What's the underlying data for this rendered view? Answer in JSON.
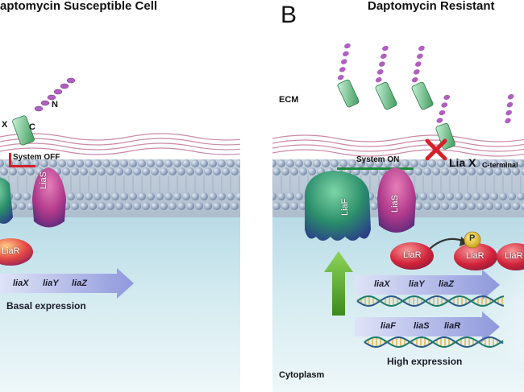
{
  "panelA": {
    "title": "aptomycin Susceptible Cell",
    "liaX_label": "X",
    "c_terminal": "C",
    "n_terminal": "N",
    "system_state": "System OFF",
    "liaS_label": "LiaS",
    "liaR_label": "LiaR",
    "genes": [
      "liaX",
      "liaY",
      "liaZ"
    ],
    "expression": "Basal expression"
  },
  "panelB": {
    "letter": "B",
    "title": "Daptomycin Resistant",
    "ecm_label": "ECM",
    "system_state": "System ON",
    "liaX_label": "Lia X",
    "c_terminal_label": "C-terminal",
    "liaF_label": "LiaF",
    "liaS_label": "LiaS",
    "phospho_label": "P",
    "liaR_labels": [
      "LiaR",
      "LiaR",
      "LiaR"
    ],
    "operon1_genes": [
      "liaX",
      "liaY",
      "liaZ"
    ],
    "operon2_genes": [
      "liaF",
      "liaS",
      "liaR"
    ],
    "expression": "High expression",
    "cytoplasm_label": "Cytoplasm"
  },
  "colors": {
    "system_off": "#d0202a",
    "system_on": "#1d8a3a",
    "liaF_green": "#2a8d6a",
    "liaS_magenta": "#b13a8c",
    "liaR_red": "#d3243a",
    "gene_arrow": "#a9b1e6",
    "membrane_head": "#8fa3c0",
    "cytoplasm": "#d9eef2"
  }
}
